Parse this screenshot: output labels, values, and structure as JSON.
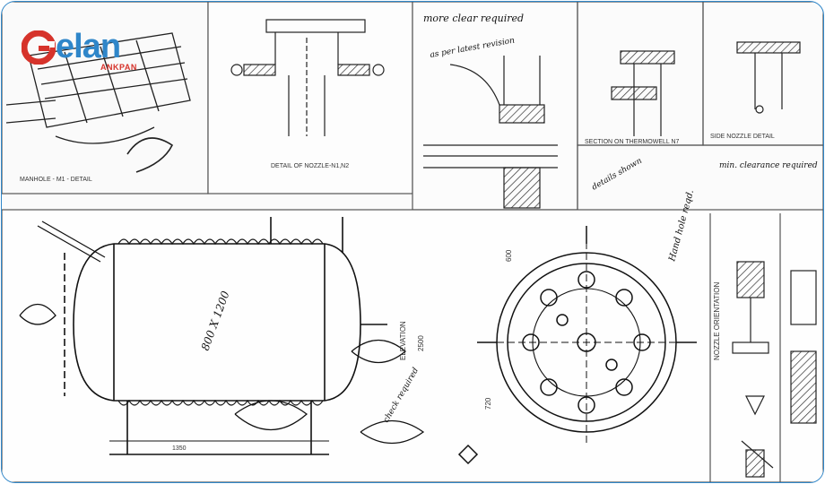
{
  "logo": {
    "name": "elan",
    "letter": "G",
    "subtitle": "ANKPAN",
    "colors": {
      "red": "#d6332b",
      "blue": "#2f86c9"
    }
  },
  "drawing": {
    "detail_labels": [
      "DETAIL OF NOZZLE-N1,N2",
      "SECTION ON THERMOWELL N7",
      "MANHOLE - M1 - DETAIL",
      "SIDE NOZZLE DETAIL",
      "ELEVATION",
      "NOZZLE ORIENTATION"
    ],
    "dimensions": [
      "800 X 1200",
      "2500",
      "1350",
      "720",
      "600"
    ],
    "markups": [
      "more clear required",
      "as per latest revision",
      "check required",
      "details shown",
      "Hand hole reqd.",
      "min. clearance required"
    ]
  }
}
